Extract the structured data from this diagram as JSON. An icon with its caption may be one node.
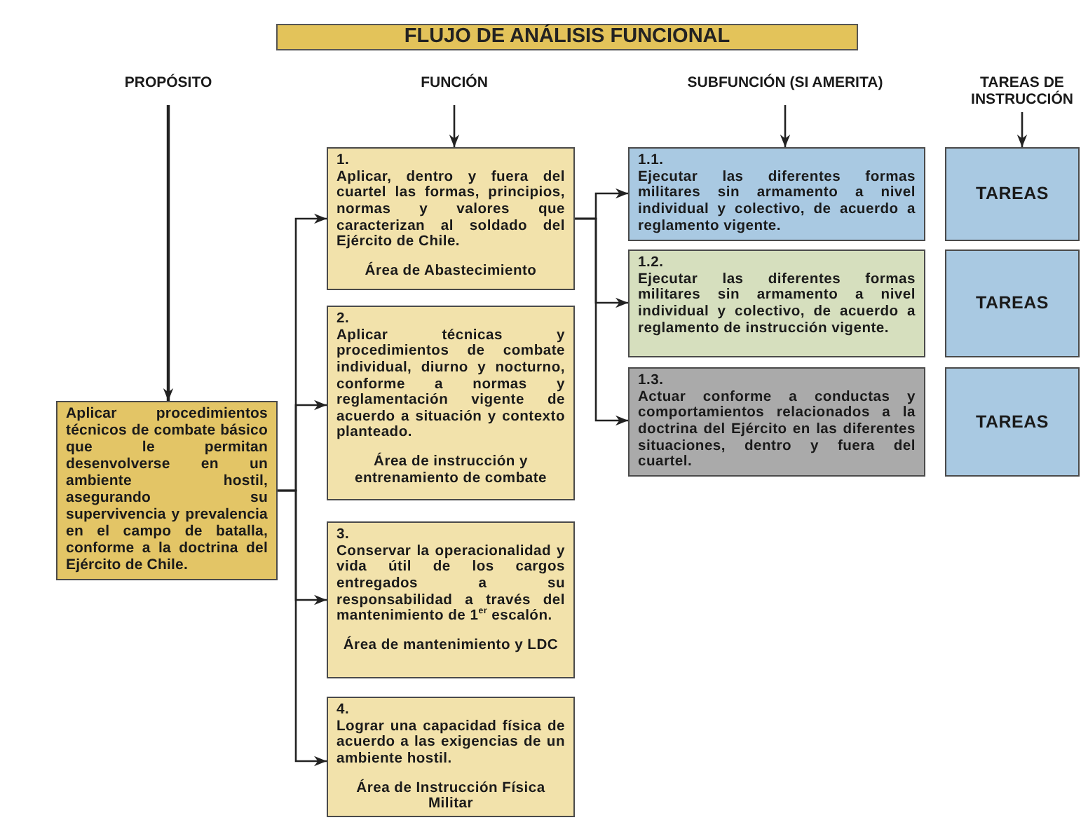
{
  "diagram": {
    "title": "FLUJO DE ANÁLISIS FUNCIONAL",
    "nodes": [
      {
        "text": [
          "PROPÓSITO"
        ]
      },
      {
        "text": [
          "FUNCIÓN"
        ]
      },
      {
        "text": [
          "SUBFUNCIÓN (SI AMERITA)"
        ]
      },
      {
        "text": [
          "TAREAS DE INSTRUCCIÓN"
        ]
      },
      {
        "text": [
          "Aplicar procedimientos técnicos de combate básico que le permitan desenvolverse en un ambiente hostil, asegurando su supervivencia y prevalencia en el campo de batalla, conforme a la doctrina del Ejército de Chile."
        ]
      },
      {
        "text": [
          "1.",
          "Aplicar, dentro y fuera del cuartel las formas, principios, normas y valores que caracterizan al soldado del Ejército de Chile.",
          "Área de Abastecimiento"
        ]
      },
      {
        "text": [
          "2.",
          "Aplicar técnicas y procedimientos de combate individual, diurno y nocturno, conforme a normas y reglamentación vigente de acuerdo a situación y contexto planteado.",
          "Área de instrucción y entrenamiento de combate"
        ]
      },
      {
        "text": [
          "3.",
          "Conservar la operacionalidad y vida útil de los cargos entregados a su responsabilidad a través del mantenimiento de 1$^{er}$ escalón.",
          "Área de mantenimiento y LDC"
        ]
      },
      {
        "text": [
          "4.",
          "Lograr una capacidad física de acuerdo a las exigencias de un ambiente hostil.",
          "Área de Instrucción Física Militar"
        ]
      },
      {
        "text": [
          "1.1.",
          "Ejecutar las diferentes formas militares sin armamento a nivel individual y colectivo, de acuerdo a reglamento vigente."
        ]
      },
      {
        "text": [
          "1.2.",
          "Ejecutar las diferentes formas militares sin armamento a nivel individual y colectivo, de acuerdo a reglamento de instrucción vigente."
        ]
      },
      {
        "text": [
          "1.3.",
          "Actuar conforme a conductas y comportamientos relacionados a la doctrina del Ejército en las diferentes situaciones, dentro y fuera del cuartel."
        ]
      },
      {
        "text": [
          "TAREAS"
        ]
      },
      {
        "text": [
          "TAREAS"
        ]
      },
      {
        "text": [
          "TAREAS"
        ]
      }
    ],
    "edges": [
      {
        "from": 0,
        "to": 4,
        "arrow": "to"
      },
      {
        "from": 1,
        "to": 5,
        "arrow": "to"
      },
      {
        "from": 2,
        "to": 9,
        "arrow": "to"
      },
      {
        "from": 3,
        "to": 12,
        "arrow": "to"
      },
      {
        "from": 4,
        "to": 5,
        "arrow": "to"
      },
      {
        "from": 4,
        "to": 6,
        "arrow": "to"
      },
      {
        "from": 4,
        "to": 7,
        "arrow": "to"
      },
      {
        "from": 4,
        "to": 8,
        "arrow": "to"
      },
      {
        "from": 5,
        "to": 9,
        "arrow": "to"
      },
      {
        "from": 5,
        "to": 10,
        "arrow": "to"
      },
      {
        "from": 5,
        "to": 11,
        "arrow": "to"
      }
    ]
  }
}
